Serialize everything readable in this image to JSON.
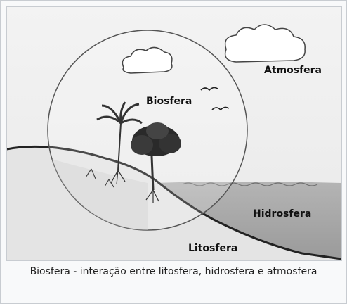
{
  "figure": {
    "labels": {
      "atmosfera": "Atmosfera",
      "biosfera": "Biosfera",
      "hidrosfera": "Hidrosfera",
      "litosfera": "Litosfera"
    },
    "caption": "Biosfera - interação entre litosfera, hidrosfera e atmosfera",
    "colors": {
      "paper": "#efefef",
      "water": "#a9a9a9",
      "land": "#e2e2e2",
      "ink": "#111111"
    }
  }
}
